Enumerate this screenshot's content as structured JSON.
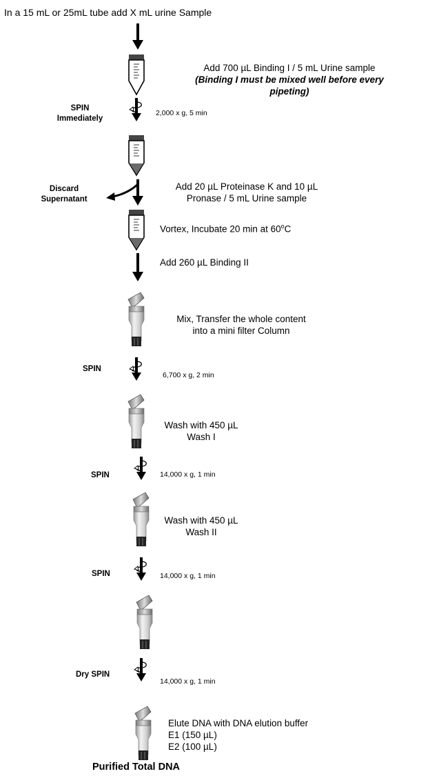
{
  "header": "In a 15 mL or 25mL tube add X mL urine Sample",
  "steps": {
    "s1_line1": "Add 700 µL Binding I / 5 mL Urine sample",
    "s1_line2": "(Binding I must be mixed well before every",
    "s1_line3": "pipeting)",
    "s2_line1": "Add 20 µL Proteinase K and 10 µL",
    "s2_line2": "Pronase / 5 mL Urine sample",
    "s3": "Vortex, Incubate 20 min at 60",
    "s3_degree": "o",
    "s3_unit": "C",
    "s4": "Add 260 µL Binding II",
    "s5_line1": "Mix, Transfer the whole content",
    "s5_line2": "into a mini filter Column",
    "s6_line1": "Wash with 450 µL",
    "s6_line2": "Wash I",
    "s7_line1": "Wash with 450 µL",
    "s7_line2": "Wash II",
    "s8_line1": "Elute DNA with DNA elution buffer",
    "s8_line2": "E1 (150 µL)",
    "s8_line3": "E2 (100 µL)"
  },
  "spins": {
    "spin1_label_line1": "SPIN",
    "spin1_label_line2": "Immediately",
    "spin1_cond": "2,000 x g, 5 min",
    "spin2_label": "SPIN",
    "spin2_cond": "6,700 x g, 2 min",
    "spin3_label": "SPIN",
    "spin3_cond": "14,000 x g, 1 min",
    "spin4_label": "SPIN",
    "spin4_cond": "14,000 x g, 1 min",
    "spin5_label": "Dry SPIN",
    "spin5_cond": "14,000 x g, 1 min"
  },
  "discard_line1": "Discard",
  "discard_line2": "Supernatant",
  "footer": "Purified Total DNA"
}
